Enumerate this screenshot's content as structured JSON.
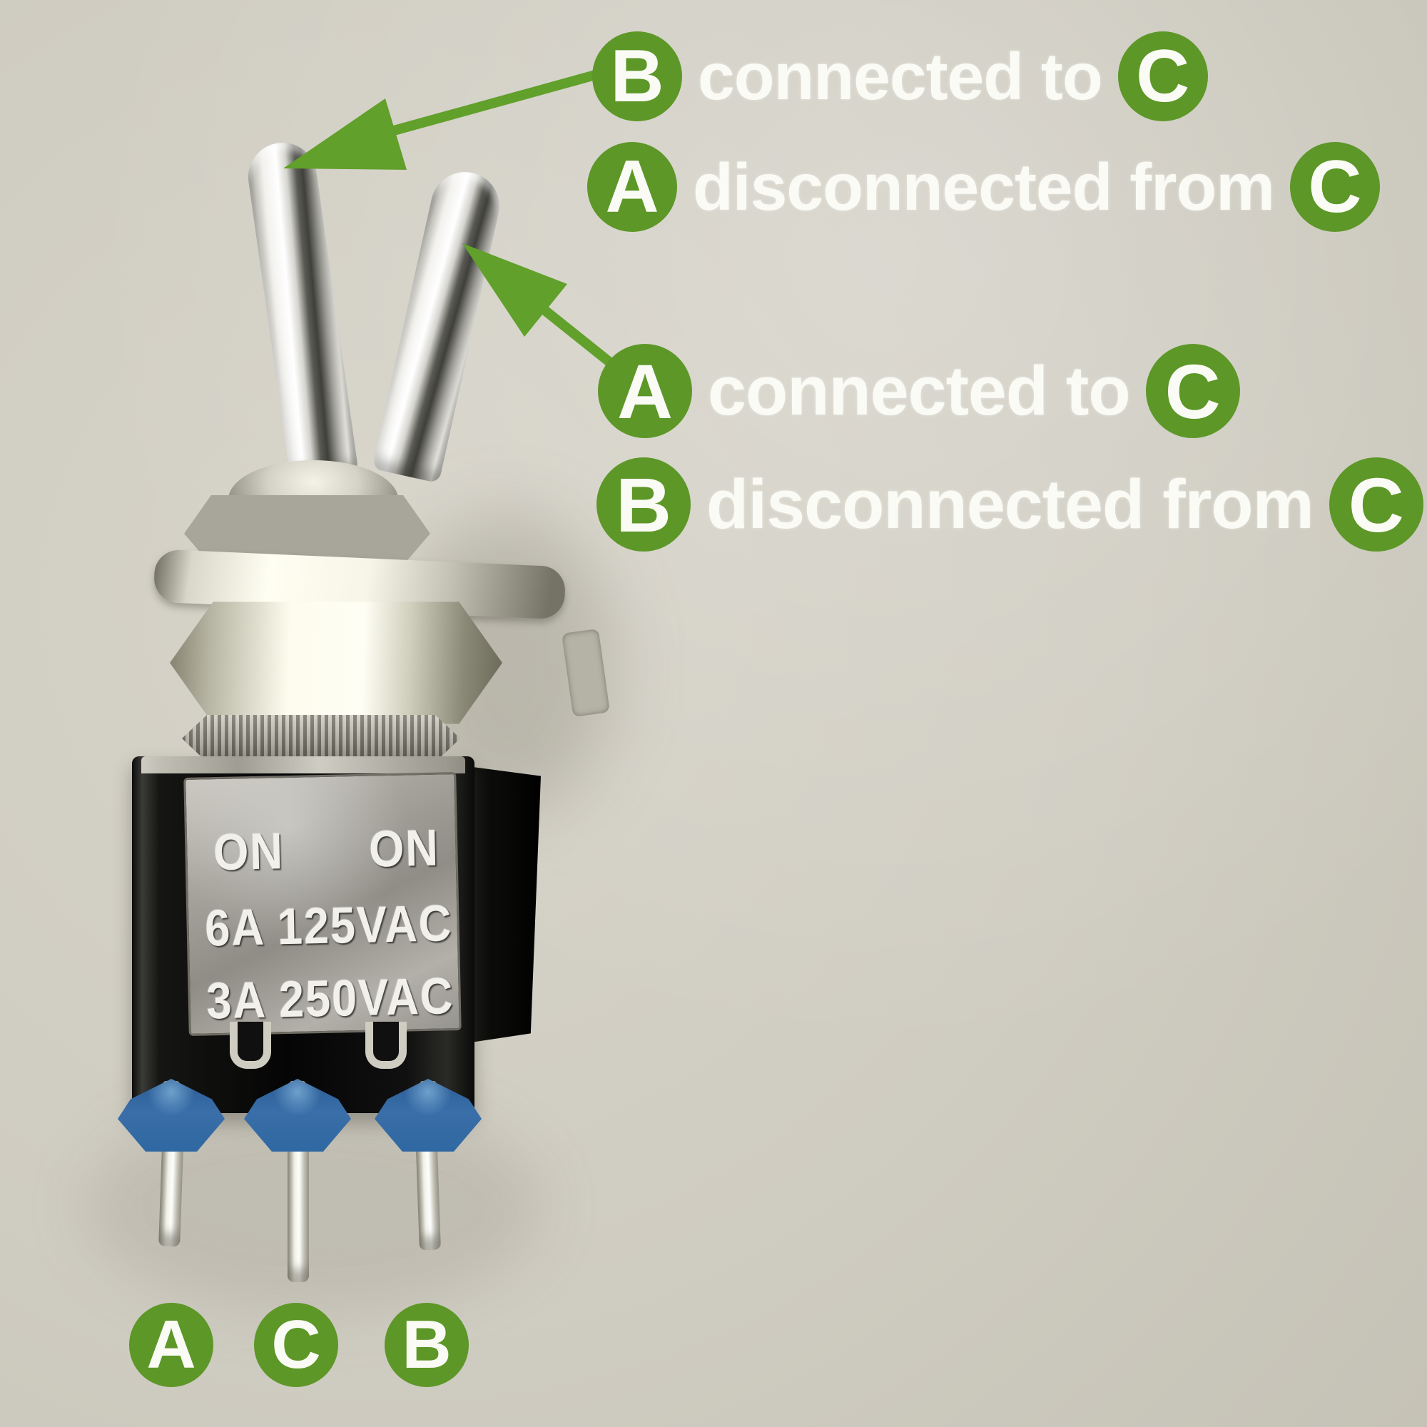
{
  "annotations": {
    "rows": [
      {
        "left": "B",
        "text": "connected to",
        "right": "C"
      },
      {
        "left": "A",
        "text": "disconnected from",
        "right": "C"
      },
      {
        "left": "A",
        "text": "connected to",
        "right": "C"
      },
      {
        "left": "B",
        "text": "disconnected from",
        "right": "C"
      }
    ]
  },
  "plate": {
    "on_left": "ON",
    "on_right": "ON",
    "line2": "6A 125VAC",
    "line3": "3A 250VAC"
  },
  "terminals": {
    "labels": [
      "A",
      "C",
      "B"
    ]
  },
  "colors": {
    "badge_green": "#5d9727",
    "arrow_green": "#61a02b",
    "label_white": "#fbfbf6",
    "pin_insulator_blue": "#3a6ea8",
    "background": "#d0cdc2"
  }
}
